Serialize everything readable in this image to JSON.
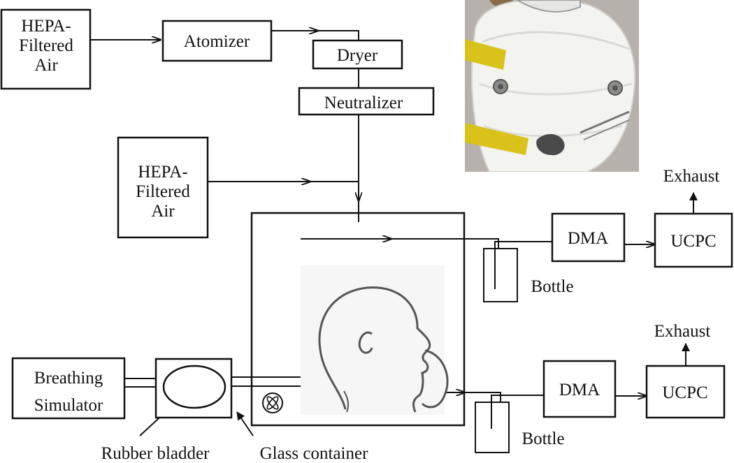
{
  "diagram": {
    "hepa_top": [
      "HEPA-",
      "Filtered",
      "Air"
    ],
    "atomizer": "Atomizer",
    "dryer": "Dryer",
    "neutralizer": "Neutralizer",
    "hepa_mid": [
      "HEPA-",
      "Filtered",
      "Air"
    ],
    "dma_top": "DMA",
    "ucpc_top": "UCPC",
    "exhaust_top": "Exhaust",
    "bottle_top": "Bottle",
    "dma_bottom": "DMA",
    "ucpc_bottom": "UCPC",
    "exhaust_bottom": "Exhaust",
    "bottle_bottom": "Bottle",
    "breathing_simulator": [
      "Breathing",
      "Simulator"
    ],
    "rubber_bladder": "Rubber bladder",
    "glass_container": "Glass container"
  },
  "photo": {
    "subject": "N95 filtering facepiece respirator with sampling ports on manikin",
    "colors": {
      "background": "#b9b5ae",
      "mask": "#f2f2ef",
      "strap": "#d9c21a",
      "port": "#8c8c8c"
    }
  },
  "colors": {
    "line": "#111111",
    "background": "#ffffff"
  }
}
